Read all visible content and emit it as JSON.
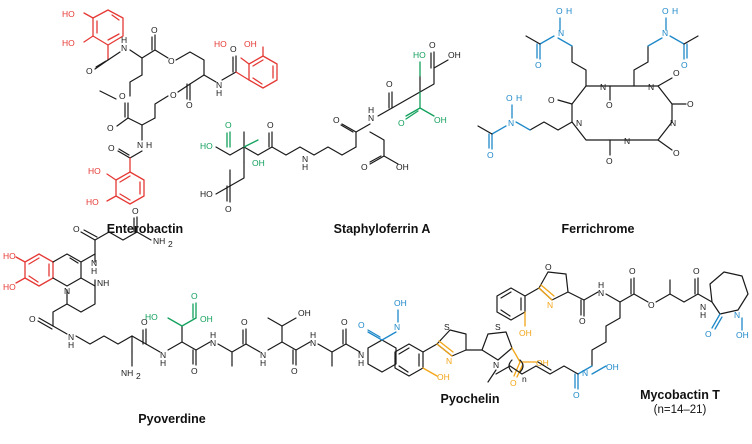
{
  "compounds": [
    {
      "key": "enterobactin",
      "name": "Enterobactin"
    },
    {
      "key": "staphyloferrin",
      "name": "Staphyloferrin A"
    },
    {
      "key": "ferrichrome",
      "name": "Ferrichrome"
    },
    {
      "key": "pyoverdine",
      "name": "Pyoverdine"
    },
    {
      "key": "pyochelin",
      "name": "Pyochelin"
    },
    {
      "key": "mycobactin",
      "name": "Mycobactin T",
      "note": "(n=14–21)"
    }
  ],
  "atoms": {
    "hydroxyl": "OH",
    "ho": "HO",
    "oxygen": "O",
    "nitrogen": "N",
    "amine_h": "H",
    "amine_nh": "NH",
    "nh2": "NH",
    "sulfur": "S",
    "subscript_n": "n",
    "subscript_2": "2"
  },
  "colors": {
    "catechol": "#e53935",
    "carboxylate": "#12a05c",
    "hydroxamate": "#1e88c8",
    "phenolate_thiazoline": "#f2a516",
    "backbone": "#1a1a1a"
  }
}
